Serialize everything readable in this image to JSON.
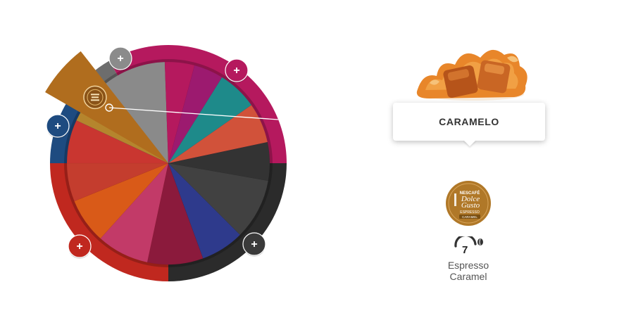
{
  "wheel": {
    "segments": [
      {
        "name": "cappuccino-grey",
        "color": "#8a8a8a"
      },
      {
        "name": "magenta-1",
        "color": "#b5195e"
      },
      {
        "name": "magenta-2",
        "color": "#9c1a6f"
      },
      {
        "name": "teal",
        "color": "#1e8a8a"
      },
      {
        "name": "orange-red",
        "color": "#d1523a"
      },
      {
        "name": "dark-1",
        "color": "#333333"
      },
      {
        "name": "dark-2",
        "color": "#414141"
      },
      {
        "name": "navy",
        "color": "#2e3a8c"
      },
      {
        "name": "wine",
        "color": "#8b1a3c"
      },
      {
        "name": "rose",
        "color": "#c23a68"
      },
      {
        "name": "orange",
        "color": "#d95a18"
      },
      {
        "name": "red-2",
        "color": "#c43d2e"
      },
      {
        "name": "red-1",
        "color": "#c93630"
      },
      {
        "name": "blue",
        "color": "#245c94"
      },
      {
        "name": "caramel-gold",
        "color": "#b5852d"
      }
    ],
    "ring_colors": [
      "#b5195e",
      "#2b2b2b",
      "#c0281f",
      "#1e4b80",
      "#6d6d6d"
    ],
    "plus_buttons": [
      {
        "name": "plus-button-grey",
        "color": "#8b8b8b",
        "label": "+"
      },
      {
        "name": "plus-button-magenta",
        "color": "#b5195e",
        "label": "+"
      },
      {
        "name": "plus-button-blue",
        "color": "#1e4b80",
        "label": "+"
      },
      {
        "name": "plus-button-red",
        "color": "#c0281f",
        "label": "+"
      },
      {
        "name": "plus-button-dark",
        "color": "#3a3a3a",
        "label": "+"
      }
    ],
    "selected_color": "#b06d1e"
  },
  "product": {
    "flavor": "CARAMELO",
    "brand_line1": "NESCAFÉ",
    "brand_line2": "Dolce",
    "brand_line3": "Gusto",
    "capsule_line1": "ESPRESSO",
    "capsule_line2": "CARAMEL",
    "intensity": "7",
    "name_line1": "Espresso",
    "name_line2": "Caramel",
    "accent_color": "#b07828"
  }
}
